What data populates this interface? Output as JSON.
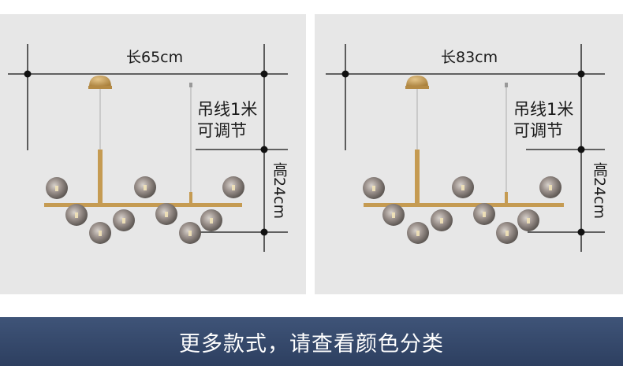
{
  "panels": [
    {
      "length_label": "长65cm",
      "cord_line1": "吊线1米",
      "cord_line2": "可调节",
      "height_label": "高24cm"
    },
    {
      "length_label": "长83cm",
      "cord_line1": "吊线1米",
      "cord_line2": "可调节",
      "height_label": "高24cm"
    }
  ],
  "banner": {
    "text": "更多款式，请查看颜色分类"
  },
  "colors": {
    "panel_bg": "#e7e7e7",
    "gold": "#c59b52",
    "glass": "#8e8580",
    "banner": "#34476a",
    "dimension_line": "#111111"
  }
}
